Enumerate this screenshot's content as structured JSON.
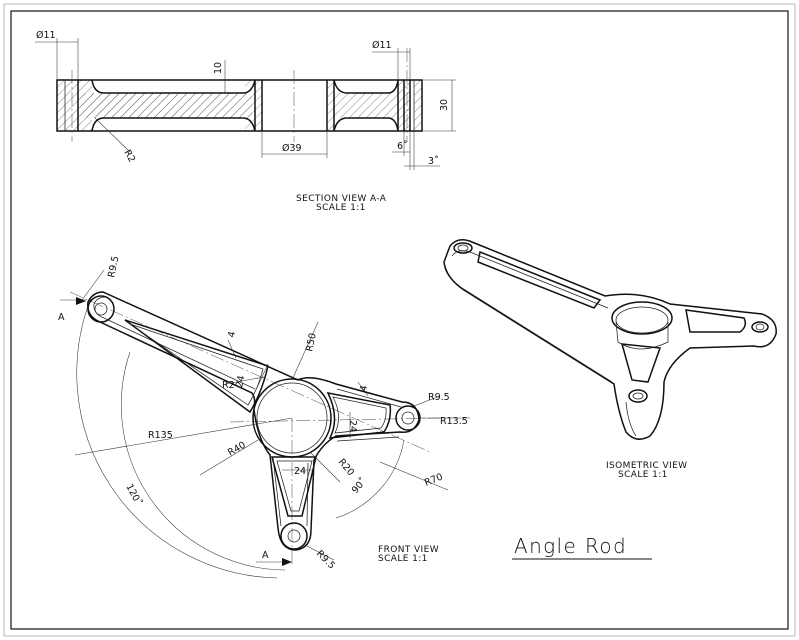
{
  "section_view": {
    "caption": "SECTION VIEW A-A",
    "scale": "SCALE 1:1",
    "dims": {
      "d11_left": "Ø11",
      "d11_right": "Ø11",
      "d10": "10",
      "d30": "30",
      "r2": "R2",
      "d39": "Ø39",
      "d6": "6˚",
      "d3": "3˚"
    }
  },
  "front_view": {
    "caption": "FRONT VIEW",
    "scale": "SCALE 1:1",
    "section_marker_top": "A",
    "section_marker_bottom": "A",
    "dims": {
      "r9_5_top": "R9.5",
      "r9_5_right": "R9.5",
      "r9_5_bottom": "R9.5",
      "r13_5": "R13.5",
      "r50": "R50",
      "r2": "R2",
      "d24_arm": "24",
      "d24_right": "24",
      "d24_bottom": "24",
      "d4_top": "4",
      "d4_right": "4",
      "r135": "R135",
      "r40": "R40",
      "r20": "R20",
      "r70": "R70",
      "a90": "90˚",
      "a120": "120˚"
    }
  },
  "iso_view": {
    "caption": "ISOMETRIC VIEW",
    "scale": "SCALE 1:1"
  },
  "title_block": {
    "title": "Angle Rod"
  }
}
